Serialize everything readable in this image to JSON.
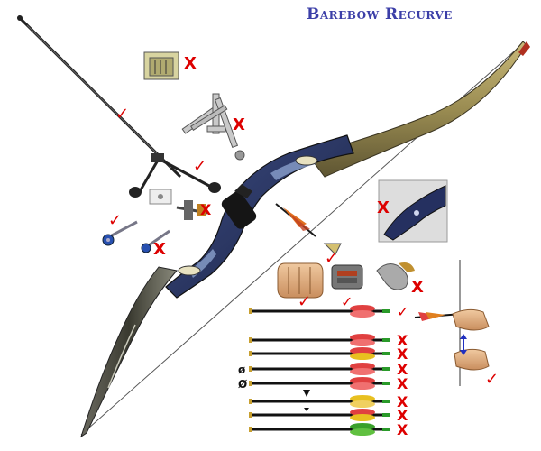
{
  "title": "Barebow Recurve",
  "colors": {
    "title": "#3c3fa8",
    "check": "#dd0000",
    "cross": "#dd0000",
    "riser": "#2d3a66",
    "limb_gold": "#9a8c52",
    "limb_dark": "#3a3a30",
    "fletch_red": "#e04040",
    "fletch_green": "#3aa02a",
    "fletch_yellow": "#e8c020",
    "arrow_shaft": "#111111",
    "arrow_nock": "#2a9a2a",
    "measure_arrow": "#2030c0"
  },
  "symbols": {
    "check": "✓",
    "cross": "X",
    "diameter_1": "ø",
    "diameter_2": "Ø"
  },
  "equipment": [
    {
      "item": "long stabilizer rod",
      "marks": [
        "check"
      ]
    },
    {
      "item": "v-bar stabilizer",
      "marks": [
        "check"
      ]
    },
    {
      "item": "quiver",
      "marks": [
        "cross"
      ]
    },
    {
      "item": "sight",
      "marks": [
        "cross"
      ]
    },
    {
      "item": "plunger button",
      "marks": [
        "check"
      ]
    },
    {
      "item": "side weight",
      "marks": [
        "cross"
      ]
    },
    {
      "item": "clicker",
      "marks": [
        "cross"
      ]
    },
    {
      "item": "arrow rest",
      "marks": [
        "check"
      ]
    },
    {
      "item": "finger tab",
      "marks": [
        "check"
      ]
    },
    {
      "item": "hand-held release",
      "marks": [
        "cross"
      ]
    },
    {
      "item": "string walking position",
      "marks": [
        "check"
      ]
    }
  ],
  "arrows": [
    {
      "fletch": "red",
      "mark": "check"
    },
    {
      "fletch": "red",
      "mark": "cross"
    },
    {
      "fletch": "mixed",
      "mark": "cross"
    },
    {
      "fletch": "red",
      "mark": "cross",
      "note": "ø"
    },
    {
      "fletch": "red",
      "mark": "cross",
      "note": "Ø"
    },
    {
      "fletch": "yellow",
      "mark": "cross"
    },
    {
      "fletch": "mixed",
      "mark": "cross"
    },
    {
      "fletch": "green",
      "mark": "cross"
    }
  ]
}
